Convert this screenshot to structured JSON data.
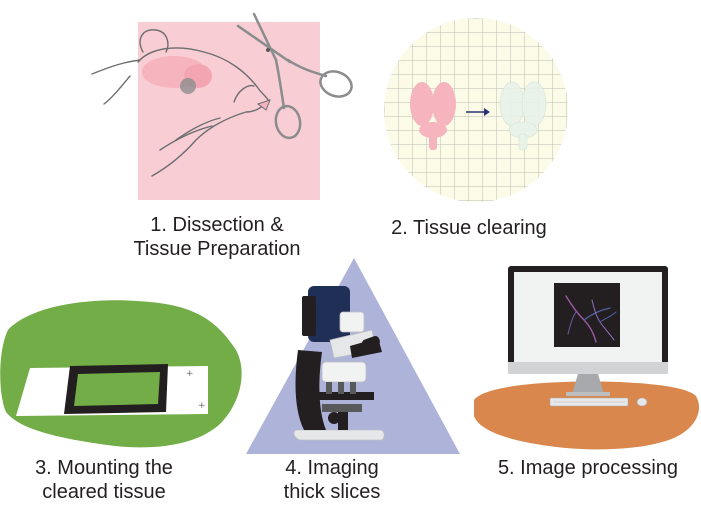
{
  "steps": [
    {
      "line1": "1. Dissection &",
      "line2": "Tissue Preparation"
    },
    {
      "line1": "2. Tissue clearing",
      "line2": ""
    },
    {
      "line1": "3. Mounting the",
      "line2": "cleared tissue"
    },
    {
      "line1": "4. Imaging",
      "line2": "thick slices"
    },
    {
      "line1": "5. Image processing",
      "line2": ""
    }
  ],
  "colors": {
    "step1_background": "#f8cdd4",
    "step2_background": "#fbfbe8",
    "step3_background": "#72ad47",
    "step4_background": "#aeb3da",
    "step5_background": "#d9874c",
    "brain_pink": "#f6b4be",
    "arrow_navy": "#2c3277"
  },
  "icons": {
    "step1": "scissors-mouse-icon",
    "step2": "brain-clearing-icon",
    "step3": "slide-mount-icon",
    "step4": "microscope-icon",
    "step5": "computer-monitor-icon"
  }
}
